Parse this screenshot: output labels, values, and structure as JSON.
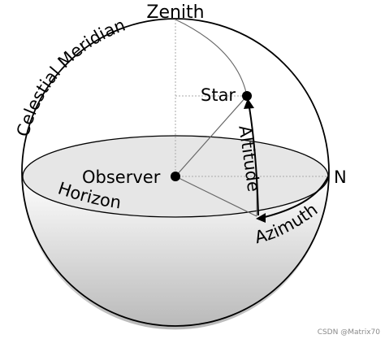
{
  "diagram": {
    "labels": {
      "zenith": "Zenith",
      "celestial_meridian": "Celestial Meridian",
      "star": "Star",
      "observer": "Observer",
      "altitude": "Altitude",
      "north": "N",
      "horizon": "Horizon",
      "azimuth": "Azimuth"
    },
    "watermark": "CSDN @Matrix70",
    "colors": {
      "stroke": "#000000",
      "guide_line": "#aaaaaa",
      "horizon_fill": "#e6e6e6",
      "lower_hemisphere_top": "#ffffff",
      "lower_hemisphere_bottom": "#b8b8b8",
      "background": "#ffffff"
    }
  }
}
